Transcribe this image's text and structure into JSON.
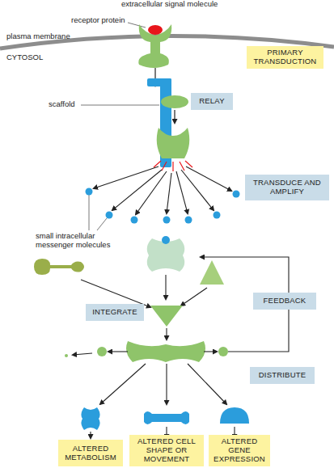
{
  "diagram": {
    "nodes": [
      {
        "text": [
          "PRIMARY TRANSDUCTION"
        ]
      },
      {
        "text": [
          "RELAY"
        ]
      },
      {
        "text": [
          "TRANSDUCE AND AMPLIFY"
        ]
      },
      {
        "text": [
          "FEEDBACK"
        ]
      },
      {
        "text": [
          "INTEGRATE"
        ]
      },
      {
        "text": [
          "DISTRIBUTE"
        ]
      },
      {
        "text": [
          "ALTERED METABOLISM"
        ]
      },
      {
        "text": [
          "ALTERED CELL SHAPE OR MOVEMENT"
        ]
      },
      {
        "text": [
          "ALTERED GENE EXPRESSION"
        ]
      }
    ],
    "labels": [
      "extracellular signal molecule",
      "receptor protein",
      "plasma membrane",
      "CYTOSOL",
      "scaffold",
      "small intracellular messenger molecules"
    ]
  }
}
